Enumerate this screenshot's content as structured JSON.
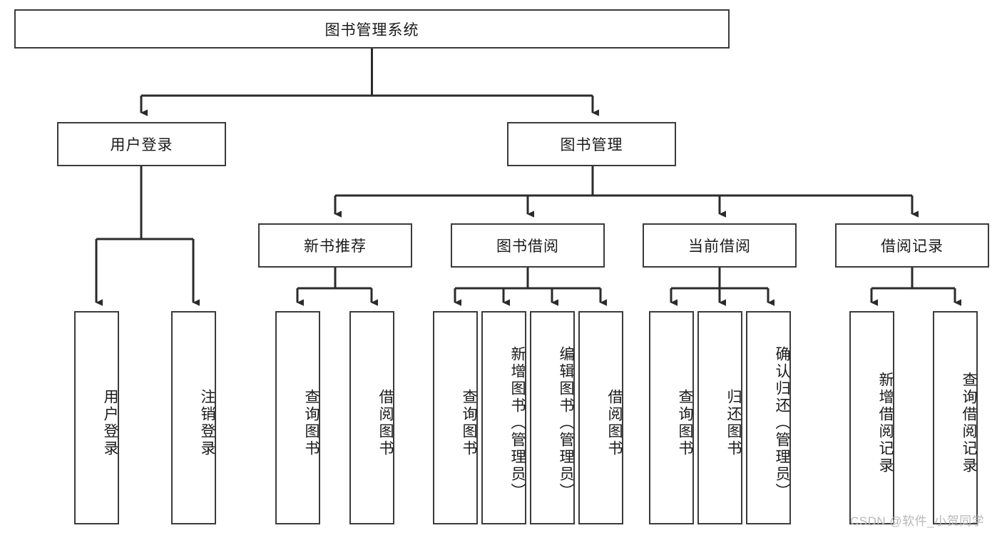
{
  "diagram": {
    "title": "图书管理系统",
    "type": "tree-hierarchy-diagram",
    "colors": {
      "box_border": "#3b3b3b",
      "box_fill": "#ffffff",
      "edge": "#2b2b2b",
      "text": "#1a1a1a",
      "watermark": "#b8b8b8",
      "background": "#ffffff"
    },
    "root": {
      "label": "图书管理系统"
    },
    "level2": [
      {
        "label": "用户登录"
      },
      {
        "label": "图书管理"
      }
    ],
    "level3": [
      {
        "label": "新书推荐"
      },
      {
        "label": "图书借阅"
      },
      {
        "label": "当前借阅"
      },
      {
        "label": "借阅记录"
      }
    ],
    "leaves": {
      "user_login": [
        {
          "label": "用户登录"
        },
        {
          "label": "注销登录"
        }
      ],
      "new_book_recommend": [
        {
          "label": "查询图书"
        },
        {
          "label": "借阅图书"
        }
      ],
      "book_borrow": [
        {
          "label": "查询图书"
        },
        {
          "label": "新增图书（管理员）"
        },
        {
          "label": "编辑图书（管理员）"
        },
        {
          "label": "借阅图书"
        }
      ],
      "current_borrow": [
        {
          "label": "查询图书"
        },
        {
          "label": "归还图书"
        },
        {
          "label": "确认归还（管理员）"
        }
      ],
      "borrow_record": [
        {
          "label": "新增借阅记录"
        },
        {
          "label": "查询借阅记录"
        }
      ]
    }
  },
  "watermark": {
    "text": "CSDN @软件_小贺同学"
  }
}
